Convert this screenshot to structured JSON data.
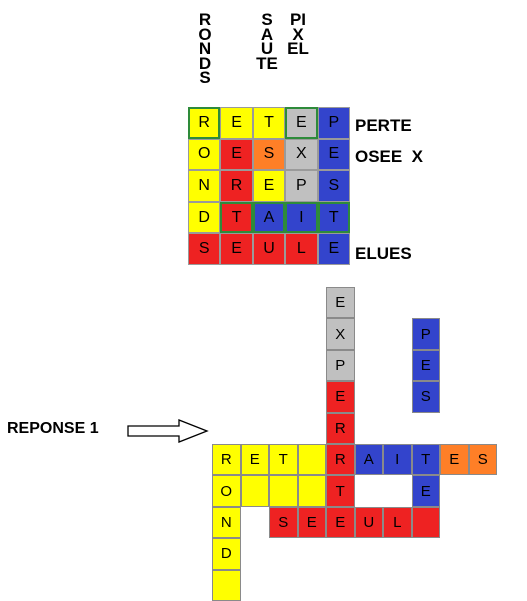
{
  "colors": {
    "yellow": "#ffff00",
    "red": "#ee2222",
    "blue": "#3344cc",
    "grey": "#c0c0c0",
    "orange": "#ff7f27",
    "highlight": "#2e8b3a"
  },
  "vertical_words": [
    "RONDS",
    "SAUTE",
    "PIXEL"
  ],
  "top_grid": [
    [
      {
        "l": "R",
        "c": "yellow",
        "hl": true
      },
      {
        "l": "E",
        "c": "yellow"
      },
      {
        "l": "T",
        "c": "yellow"
      },
      {
        "l": "E",
        "c": "grey",
        "hl": true
      },
      {
        "l": "P",
        "c": "blue"
      }
    ],
    [
      {
        "l": "O",
        "c": "yellow"
      },
      {
        "l": "E",
        "c": "red"
      },
      {
        "l": "S",
        "c": "orange"
      },
      {
        "l": "X",
        "c": "grey"
      },
      {
        "l": "E",
        "c": "blue"
      }
    ],
    [
      {
        "l": "N",
        "c": "yellow"
      },
      {
        "l": "R",
        "c": "red"
      },
      {
        "l": "E",
        "c": "yellow"
      },
      {
        "l": "P",
        "c": "grey"
      },
      {
        "l": "S",
        "c": "blue"
      }
    ],
    [
      {
        "l": "D",
        "c": "yellow"
      },
      {
        "l": "T",
        "c": "red",
        "hl": true
      },
      {
        "l": "A",
        "c": "blue",
        "hl": true
      },
      {
        "l": "I",
        "c": "blue",
        "hl": true
      },
      {
        "l": "T",
        "c": "blue",
        "hl": true
      }
    ],
    [
      {
        "l": "S",
        "c": "red"
      },
      {
        "l": "E",
        "c": "red"
      },
      {
        "l": "U",
        "c": "red"
      },
      {
        "l": "L",
        "c": "red"
      },
      {
        "l": "E",
        "c": "blue"
      }
    ]
  ],
  "clues": [
    "PERTE",
    "OSEE  X",
    "ELUES"
  ],
  "answer_label": "REPONSE 1",
  "crossword": [
    {
      "l": "E",
      "c": "grey",
      "col": 4,
      "row": 0
    },
    {
      "l": "X",
      "c": "grey",
      "col": 4,
      "row": 1
    },
    {
      "l": "P",
      "c": "grey",
      "col": 4,
      "row": 2
    },
    {
      "l": "E",
      "c": "red",
      "col": 4,
      "row": 3
    },
    {
      "l": "R",
      "c": "red",
      "col": 4,
      "row": 4
    },
    {
      "l": "T",
      "c": "red",
      "col": 4,
      "row": 6
    },
    {
      "l": "E",
      "c": "red",
      "col": 4,
      "row": 7
    },
    {
      "l": "P",
      "c": "blue",
      "col": 7,
      "row": 1
    },
    {
      "l": "E",
      "c": "blue",
      "col": 7,
      "row": 2
    },
    {
      "l": "S",
      "c": "blue",
      "col": 7,
      "row": 3
    },
    {
      "l": "T",
      "c": "blue",
      "col": 7,
      "row": 5
    },
    {
      "l": "E",
      "c": "blue",
      "col": 7,
      "row": 6
    },
    {
      "l": "R",
      "c": "yellow",
      "col": 0,
      "row": 5
    },
    {
      "l": "E",
      "c": "yellow",
      "col": 1,
      "row": 5
    },
    {
      "l": "T",
      "c": "yellow",
      "col": 2,
      "row": 5
    },
    {
      "l": "",
      "c": "yellow",
      "col": 3,
      "row": 5
    },
    {
      "l": "R",
      "c": "red",
      "col": 4,
      "row": 5
    },
    {
      "l": "A",
      "c": "blue",
      "col": 5,
      "row": 5
    },
    {
      "l": "I",
      "c": "blue",
      "col": 6,
      "row": 5
    },
    {
      "l": "E",
      "c": "orange",
      "col": 8,
      "row": 5
    },
    {
      "l": "S",
      "c": "orange",
      "col": 9,
      "row": 5
    },
    {
      "l": "O",
      "c": "yellow",
      "col": 0,
      "row": 6
    },
    {
      "l": "N",
      "c": "yellow",
      "col": 0,
      "row": 7
    },
    {
      "l": "D",
      "c": "yellow",
      "col": 0,
      "row": 8
    },
    {
      "l": "S",
      "c": "red",
      "col": 2,
      "row": 7
    },
    {
      "l": "E",
      "c": "red",
      "col": 3,
      "row": 7
    },
    {
      "l": "U",
      "c": "red",
      "col": 5,
      "row": 7
    },
    {
      "l": "L",
      "c": "red",
      "col": 6,
      "row": 7
    }
  ],
  "extras": [
    {
      "l": "",
      "c": "yellow",
      "col": 0,
      "row": 9
    },
    {
      "l": "",
      "c": "yellow",
      "col": 1,
      "row": 6
    },
    {
      "l": "",
      "c": "yellow",
      "col": 2,
      "row": 6
    },
    {
      "l": "",
      "c": "yellow",
      "col": 3,
      "row": 6
    },
    {
      "l": "",
      "c": "red",
      "col": 7,
      "row": 7
    }
  ]
}
